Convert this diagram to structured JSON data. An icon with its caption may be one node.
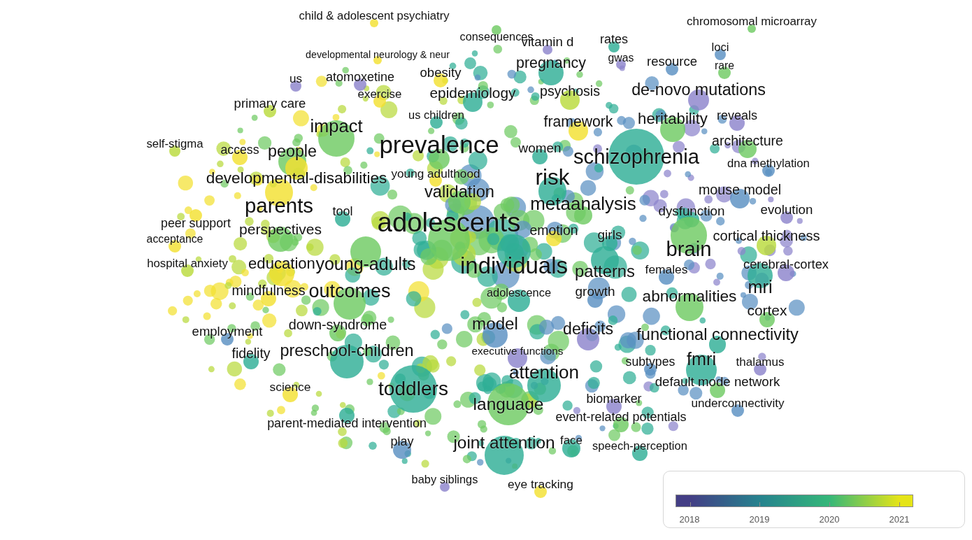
{
  "diagram": {
    "nodes": [
      {
        "text": [
          "child & adolescent psychiatry"
        ]
      },
      {
        "text": [
          "consequences"
        ]
      },
      {
        "text": [
          "vitamin d"
        ]
      },
      {
        "text": [
          "rates"
        ]
      },
      {
        "text": [
          "chromosomal microarray"
        ]
      },
      {
        "text": [
          "loci"
        ]
      },
      {
        "text": [
          "gwas"
        ]
      },
      {
        "text": [
          "resource"
        ]
      },
      {
        "text": [
          "rare"
        ]
      },
      {
        "text": [
          "developmental neurology & neur"
        ]
      },
      {
        "text": [
          "pregnancy"
        ]
      },
      {
        "text": [
          "us"
        ]
      },
      {
        "text": [
          "atomoxetine"
        ]
      },
      {
        "text": [
          "obesity"
        ]
      },
      {
        "text": [
          "psychosis"
        ]
      },
      {
        "text": [
          "de-novo mutations"
        ]
      },
      {
        "text": [
          "exercise"
        ]
      },
      {
        "text": [
          "epidemiology"
        ]
      },
      {
        "text": [
          "primary care"
        ]
      },
      {
        "text": [
          "us children"
        ]
      },
      {
        "text": [
          "framework"
        ]
      },
      {
        "text": [
          "heritability"
        ]
      },
      {
        "text": [
          "reveals"
        ]
      },
      {
        "text": [
          "impact"
        ]
      },
      {
        "text": [
          "self-stigma"
        ]
      },
      {
        "text": [
          "access"
        ]
      },
      {
        "text": [
          "people"
        ]
      },
      {
        "text": [
          "prevalence"
        ]
      },
      {
        "text": [
          "women"
        ]
      },
      {
        "text": [
          "schizophrenia"
        ]
      },
      {
        "text": [
          "architecture"
        ]
      },
      {
        "text": [
          "dna methylation"
        ]
      },
      {
        "text": [
          "young adulthood"
        ]
      },
      {
        "text": [
          "risk"
        ]
      },
      {
        "text": [
          "developmental-disabilities"
        ]
      },
      {
        "text": [
          "validation"
        ]
      },
      {
        "text": [
          "mouse model"
        ]
      },
      {
        "text": [
          "parents"
        ]
      },
      {
        "text": [
          "tool"
        ]
      },
      {
        "text": [
          "metaanalysis"
        ]
      },
      {
        "text": [
          "dysfunction"
        ]
      },
      {
        "text": [
          "evolution"
        ]
      },
      {
        "text": [
          "peer support"
        ]
      },
      {
        "text": [
          "adolescents"
        ]
      },
      {
        "text": [
          "perspectives"
        ]
      },
      {
        "text": [
          "emotion"
        ]
      },
      {
        "text": [
          "acceptance"
        ]
      },
      {
        "text": [
          "girls"
        ]
      },
      {
        "text": [
          "cortical thickness"
        ]
      },
      {
        "text": [
          "brain"
        ]
      },
      {
        "text": [
          "hospital anxiety"
        ]
      },
      {
        "text": [
          "education"
        ]
      },
      {
        "text": [
          "young-adults"
        ]
      },
      {
        "text": [
          "individuals"
        ]
      },
      {
        "text": [
          "cerebral-cortex"
        ]
      },
      {
        "text": [
          "patterns"
        ]
      },
      {
        "text": [
          "females"
        ]
      },
      {
        "text": [
          "mindfulness"
        ]
      },
      {
        "text": [
          "outcomes"
        ]
      },
      {
        "text": [
          "adolescence"
        ]
      },
      {
        "text": [
          "growth"
        ]
      },
      {
        "text": [
          "mri"
        ]
      },
      {
        "text": [
          "abnormalities"
        ]
      },
      {
        "text": [
          "cortex"
        ]
      },
      {
        "text": [
          "down-syndrome"
        ]
      },
      {
        "text": [
          "model"
        ]
      },
      {
        "text": [
          "employment"
        ]
      },
      {
        "text": [
          "deficits"
        ]
      },
      {
        "text": [
          "functional connectivity"
        ]
      },
      {
        "text": [
          "fidelity"
        ]
      },
      {
        "text": [
          "preschool-children"
        ]
      },
      {
        "text": [
          "executive functions"
        ]
      },
      {
        "text": [
          "subtypes"
        ]
      },
      {
        "text": [
          "fmri"
        ]
      },
      {
        "text": [
          "thalamus"
        ]
      },
      {
        "text": [
          "attention"
        ]
      },
      {
        "text": [
          "default mode network"
        ]
      },
      {
        "text": [
          "science"
        ]
      },
      {
        "text": [
          "toddlers"
        ]
      },
      {
        "text": [
          "language"
        ]
      },
      {
        "text": [
          "biomarker"
        ]
      },
      {
        "text": [
          "underconnectivity"
        ]
      },
      {
        "text": [
          "event-related potentials"
        ]
      },
      {
        "text": [
          "parent-mediated intervention"
        ]
      },
      {
        "text": [
          "play"
        ]
      },
      {
        "text": [
          "joint attention"
        ]
      },
      {
        "text": [
          "face"
        ]
      },
      {
        "text": [
          "speech-perception"
        ]
      },
      {
        "text": [
          "baby siblings"
        ]
      },
      {
        "text": [
          "eye tracking"
        ]
      }
    ],
    "edges": [],
    "legend": [
      {
        "text": "2018",
        "color": "#433e85"
      },
      {
        "text": "2019",
        "color": "#26828e"
      },
      {
        "text": "2020",
        "color": "#35b779"
      },
      {
        "text": "2021",
        "color": "#e5e419"
      }
    ]
  }
}
